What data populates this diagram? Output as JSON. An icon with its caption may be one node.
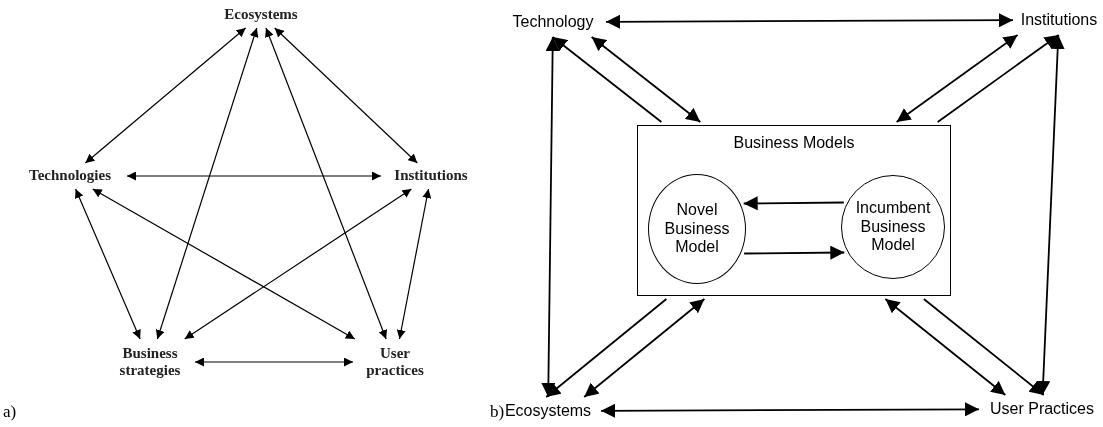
{
  "diagram": {
    "nodes": [
      {
        "text": [
          "Ecosystems"
        ]
      },
      {
        "text": [
          "Technologies"
        ]
      },
      {
        "text": [
          "Institutions"
        ]
      },
      {
        "text": [
          "Business strategies"
        ]
      },
      {
        "text": [
          "User practices"
        ]
      },
      {
        "text": [
          "Technology"
        ]
      },
      {
        "text": [
          "Institutions"
        ]
      },
      {
        "text": [
          "Business Models"
        ]
      },
      {
        "text": [
          "Novel Business Model"
        ],
        "in": 7
      },
      {
        "text": [
          "Incumbent Business Model"
        ],
        "in": 7
      },
      {
        "text": [
          "Ecosystems"
        ]
      },
      {
        "text": [
          "User Practices"
        ]
      }
    ],
    "edges": [
      {
        "from": 0,
        "to": 1,
        "arrow": "both"
      },
      {
        "from": 0,
        "to": 2,
        "arrow": "both"
      },
      {
        "from": 1,
        "to": 2,
        "arrow": "both"
      },
      {
        "from": 1,
        "to": 3,
        "arrow": "both"
      },
      {
        "from": 1,
        "to": 4,
        "arrow": "both"
      },
      {
        "from": 0,
        "to": 3,
        "arrow": "both"
      },
      {
        "from": 0,
        "to": 4,
        "arrow": "both"
      },
      {
        "from": 2,
        "to": 3,
        "arrow": "both"
      },
      {
        "from": 2,
        "to": 4,
        "arrow": "both"
      },
      {
        "from": 3,
        "to": 4,
        "arrow": "both"
      },
      {
        "from": 5,
        "to": 6,
        "arrow": "both"
      },
      {
        "from": 5,
        "to": 10,
        "arrow": "both"
      },
      {
        "from": 6,
        "to": 11,
        "arrow": "both"
      },
      {
        "from": 10,
        "to": 11,
        "arrow": "both"
      },
      {
        "from": 5,
        "to": 7,
        "arrow": "both"
      },
      {
        "from": 7,
        "to": 5,
        "arrow": "to"
      },
      {
        "from": 7,
        "to": 6,
        "arrow": "to"
      },
      {
        "from": 6,
        "to": 7,
        "arrow": "both"
      },
      {
        "from": 10,
        "to": 7,
        "arrow": "both"
      },
      {
        "from": 7,
        "to": 10,
        "arrow": "to"
      },
      {
        "from": 7,
        "to": 11,
        "arrow": "to"
      },
      {
        "from": 11,
        "to": 7,
        "arrow": "both"
      },
      {
        "from": 9,
        "to": 8,
        "arrow": "to"
      },
      {
        "from": 8,
        "to": 9,
        "arrow": "to"
      }
    ],
    "labels": [
      "a)",
      "b)"
    ]
  }
}
